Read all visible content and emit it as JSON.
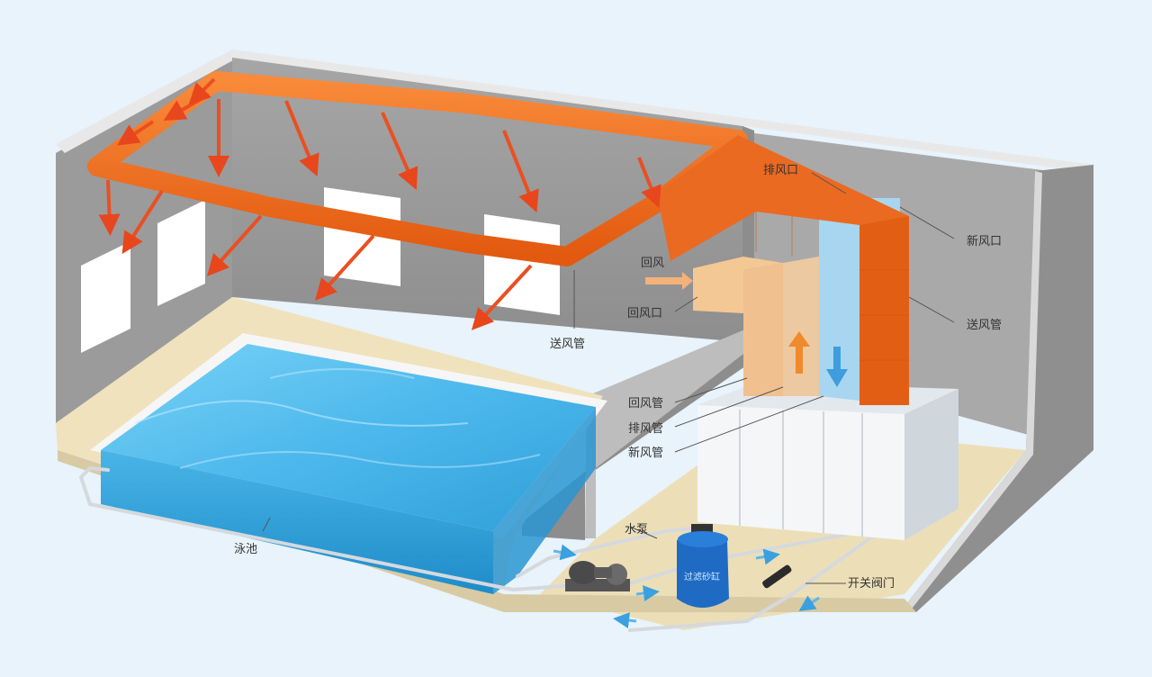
{
  "labels": {
    "exhaust_outlet": "排风口",
    "fresh_air_inlet": "新风口",
    "return_air": "回风",
    "return_air_inlet": "回风口",
    "supply_duct_right": "送风管",
    "supply_duct_left": "送风管",
    "return_duct": "回风管",
    "exhaust_duct": "排风管",
    "fresh_duct": "新风管",
    "pool": "泳池",
    "water_pump": "水泵",
    "switch_valve": "开关阀门",
    "sand_filter": "过滤砂缸"
  },
  "colors": {
    "supply_duct": "#f26b1d",
    "return_duct": "#f1c08f",
    "fresh_duct": "#a8d6f0",
    "pool_water": "#5fc3ee",
    "wall": "#9a9a9a",
    "floor": "#efe2bd",
    "filter_tank": "#1f6bc4"
  }
}
